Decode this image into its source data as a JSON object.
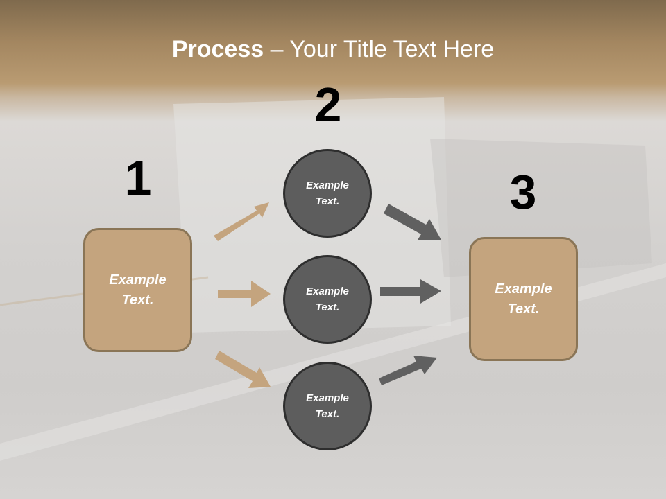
{
  "slide": {
    "title_bold": "Process",
    "title_rest": " – Your Title Text Here"
  },
  "steps": [
    {
      "number": "1",
      "label": "Example Text."
    },
    {
      "number": "2",
      "label": "Example Text."
    },
    {
      "number": "3",
      "label": "Example Text."
    }
  ],
  "circles": [
    {
      "line1": "Example",
      "line2": "Text."
    },
    {
      "line1": "Example",
      "line2": "Text."
    },
    {
      "line1": "Example",
      "line2": "Text."
    }
  ],
  "boxes": [
    {
      "line1": "Example",
      "line2": "Text."
    },
    {
      "line1": "Example",
      "line2": "Text."
    }
  ],
  "colors": {
    "box_fill": "#c4a47e",
    "box_border": "#8a7556",
    "circle_fill": "#5d5d5d",
    "circle_border": "#2e2e2e",
    "tan_arrow": "#c4a47e",
    "gray_arrow": "#606060",
    "header": "#a38660"
  }
}
